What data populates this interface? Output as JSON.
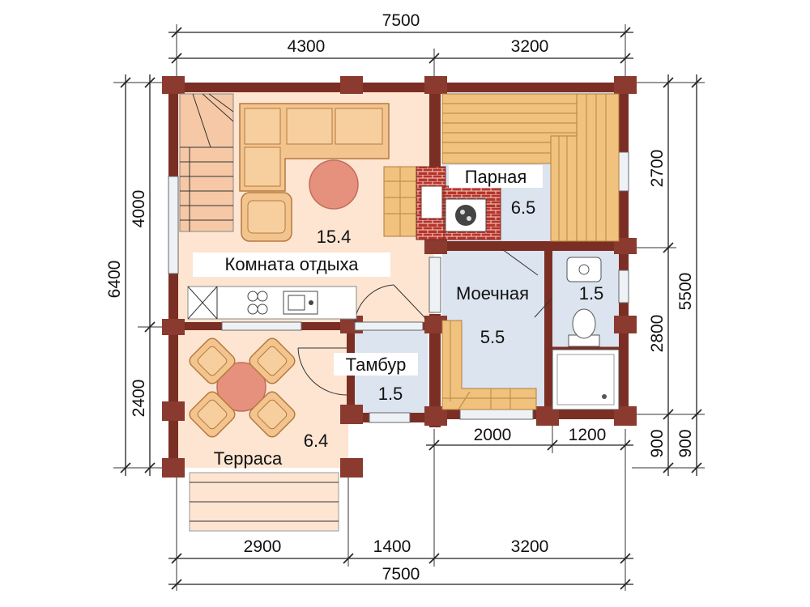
{
  "dimensions": {
    "top_total": "7500",
    "top_left": "4300",
    "top_right": "3200",
    "left_total": "6400",
    "left_upper": "4000",
    "left_lower": "2400",
    "right_total": "5500",
    "right_upper": "2700",
    "right_lower": "2800",
    "right_step_a": "900",
    "right_step_b": "900",
    "inner_mid": "2000",
    "inner_right": "1200",
    "bottom_a": "2900",
    "bottom_b": "1400",
    "bottom_c": "3200",
    "bottom_total": "7500"
  },
  "rooms": {
    "lounge_name": "Комната отдыха",
    "lounge_area": "15.4",
    "steam_name": "Парная",
    "steam_area": "6.5",
    "wash_name": "Моечная",
    "wash_area": "5.5",
    "wc_area": "1.5",
    "vestibule_name": "Тамбур",
    "vestibule_area": "1.5",
    "terrace_name": "Терраса",
    "terrace_area": "6.4"
  },
  "colors": {
    "wall": "#7a2e24",
    "lounge_floor": "#fde5d2",
    "wet_floor": "#dbe4ef",
    "steam_floor": "#eedfe3",
    "furniture": "#f3c48e",
    "table": "#e6917d"
  }
}
